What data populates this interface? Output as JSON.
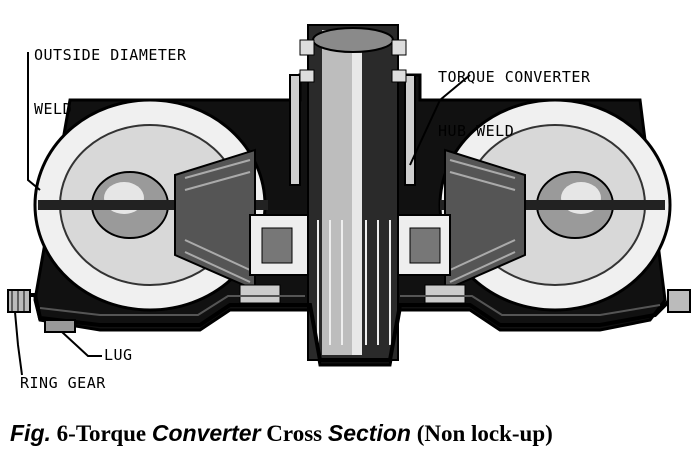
{
  "callouts": {
    "outside_diameter_weld": [
      "OUTSIDE DIAMETER",
      "WELD"
    ],
    "hub_weld": [
      "TORQUE CONVERTER",
      "HUB WELD"
    ],
    "lug": "LUG",
    "ring_gear": "RING GEAR"
  },
  "caption": {
    "fig": "Fig.",
    "num": " 6-",
    "word1": "Torque ",
    "word2": "Converter",
    "word3": " Cross ",
    "word4": "Section",
    "word5": " (Non lock-up)"
  }
}
